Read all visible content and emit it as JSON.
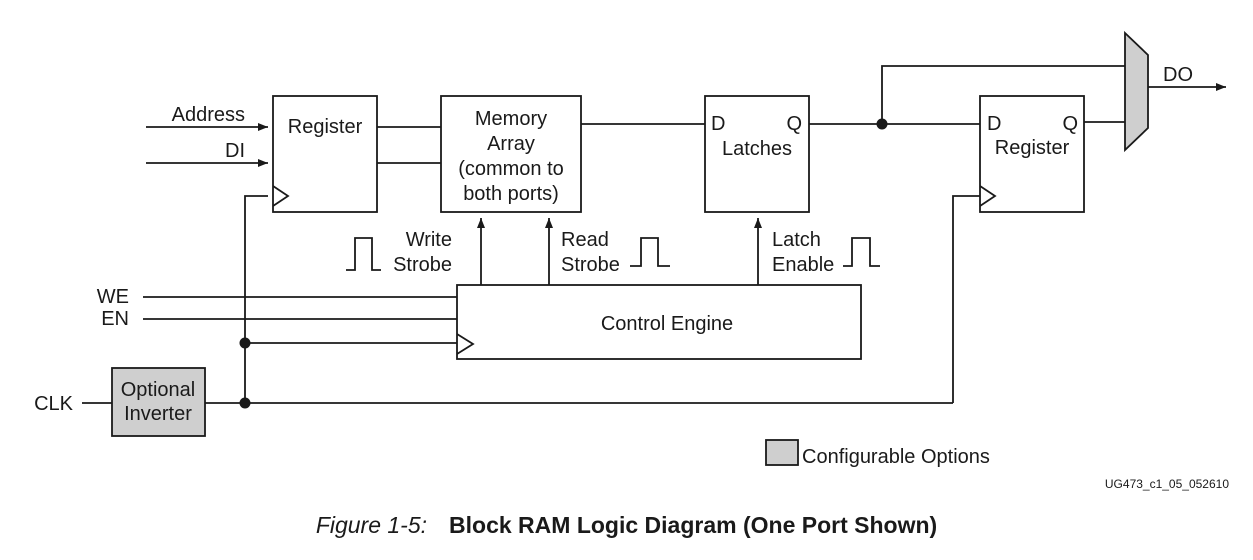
{
  "blocks": {
    "input_register": "Register",
    "memory_array": [
      "Memory",
      "Array",
      "(common to",
      "both ports)"
    ],
    "latches": {
      "d": "D",
      "q": "Q",
      "label": "Latches"
    },
    "output_register": {
      "d": "D",
      "q": "Q",
      "label": "Register"
    },
    "control_engine": "Control Engine",
    "optional_inverter": [
      "Optional",
      "Inverter"
    ]
  },
  "signals": {
    "address": "Address",
    "di": "DI",
    "we": "WE",
    "en": "EN",
    "clk": "CLK",
    "do": "DO"
  },
  "strobes": {
    "write": [
      "Write",
      "Strobe"
    ],
    "read": [
      "Read",
      "Strobe"
    ],
    "latch": [
      "Latch",
      "Enable"
    ]
  },
  "legend": {
    "label": "Configurable Options",
    "fill": "#cfcfcf"
  },
  "figure_id": "UG473_c1_05_052610",
  "caption": {
    "prefix": "Figure 1-5:",
    "title": "Block RAM Logic Diagram (One Port Shown)"
  }
}
